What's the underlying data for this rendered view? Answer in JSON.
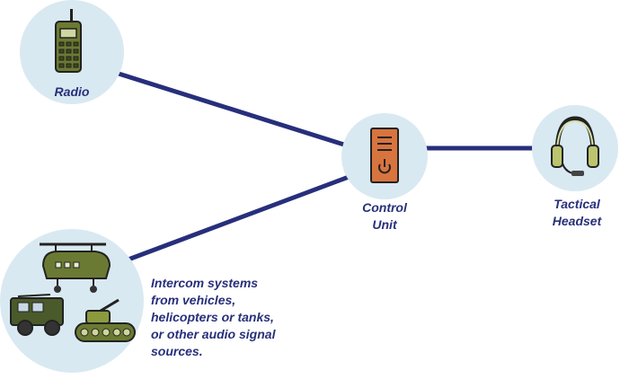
{
  "nodes": {
    "radio": {
      "label": "Radio"
    },
    "control_unit": {
      "label_line1": "Control",
      "label_line2": "Unit"
    },
    "headset": {
      "label_line1": "Tactical",
      "label_line2": "Headset"
    },
    "intercom": {
      "lines": [
        "Intercom systems",
        "from vehicles,",
        "helicopters or tanks,",
        "or other audio signal",
        "sources."
      ]
    }
  },
  "colors": {
    "line": "#272f7c",
    "circle_fill": "#d9e9f1",
    "label": "#27307a",
    "military_green": "#6b7a32",
    "device_orange": "#d8743e"
  },
  "icons": {
    "radio": "radio-icon",
    "control_unit": "control-unit-icon",
    "headset": "headset-icon",
    "helicopter": "helicopter-icon",
    "jeep": "jeep-icon",
    "tank": "tank-icon"
  }
}
